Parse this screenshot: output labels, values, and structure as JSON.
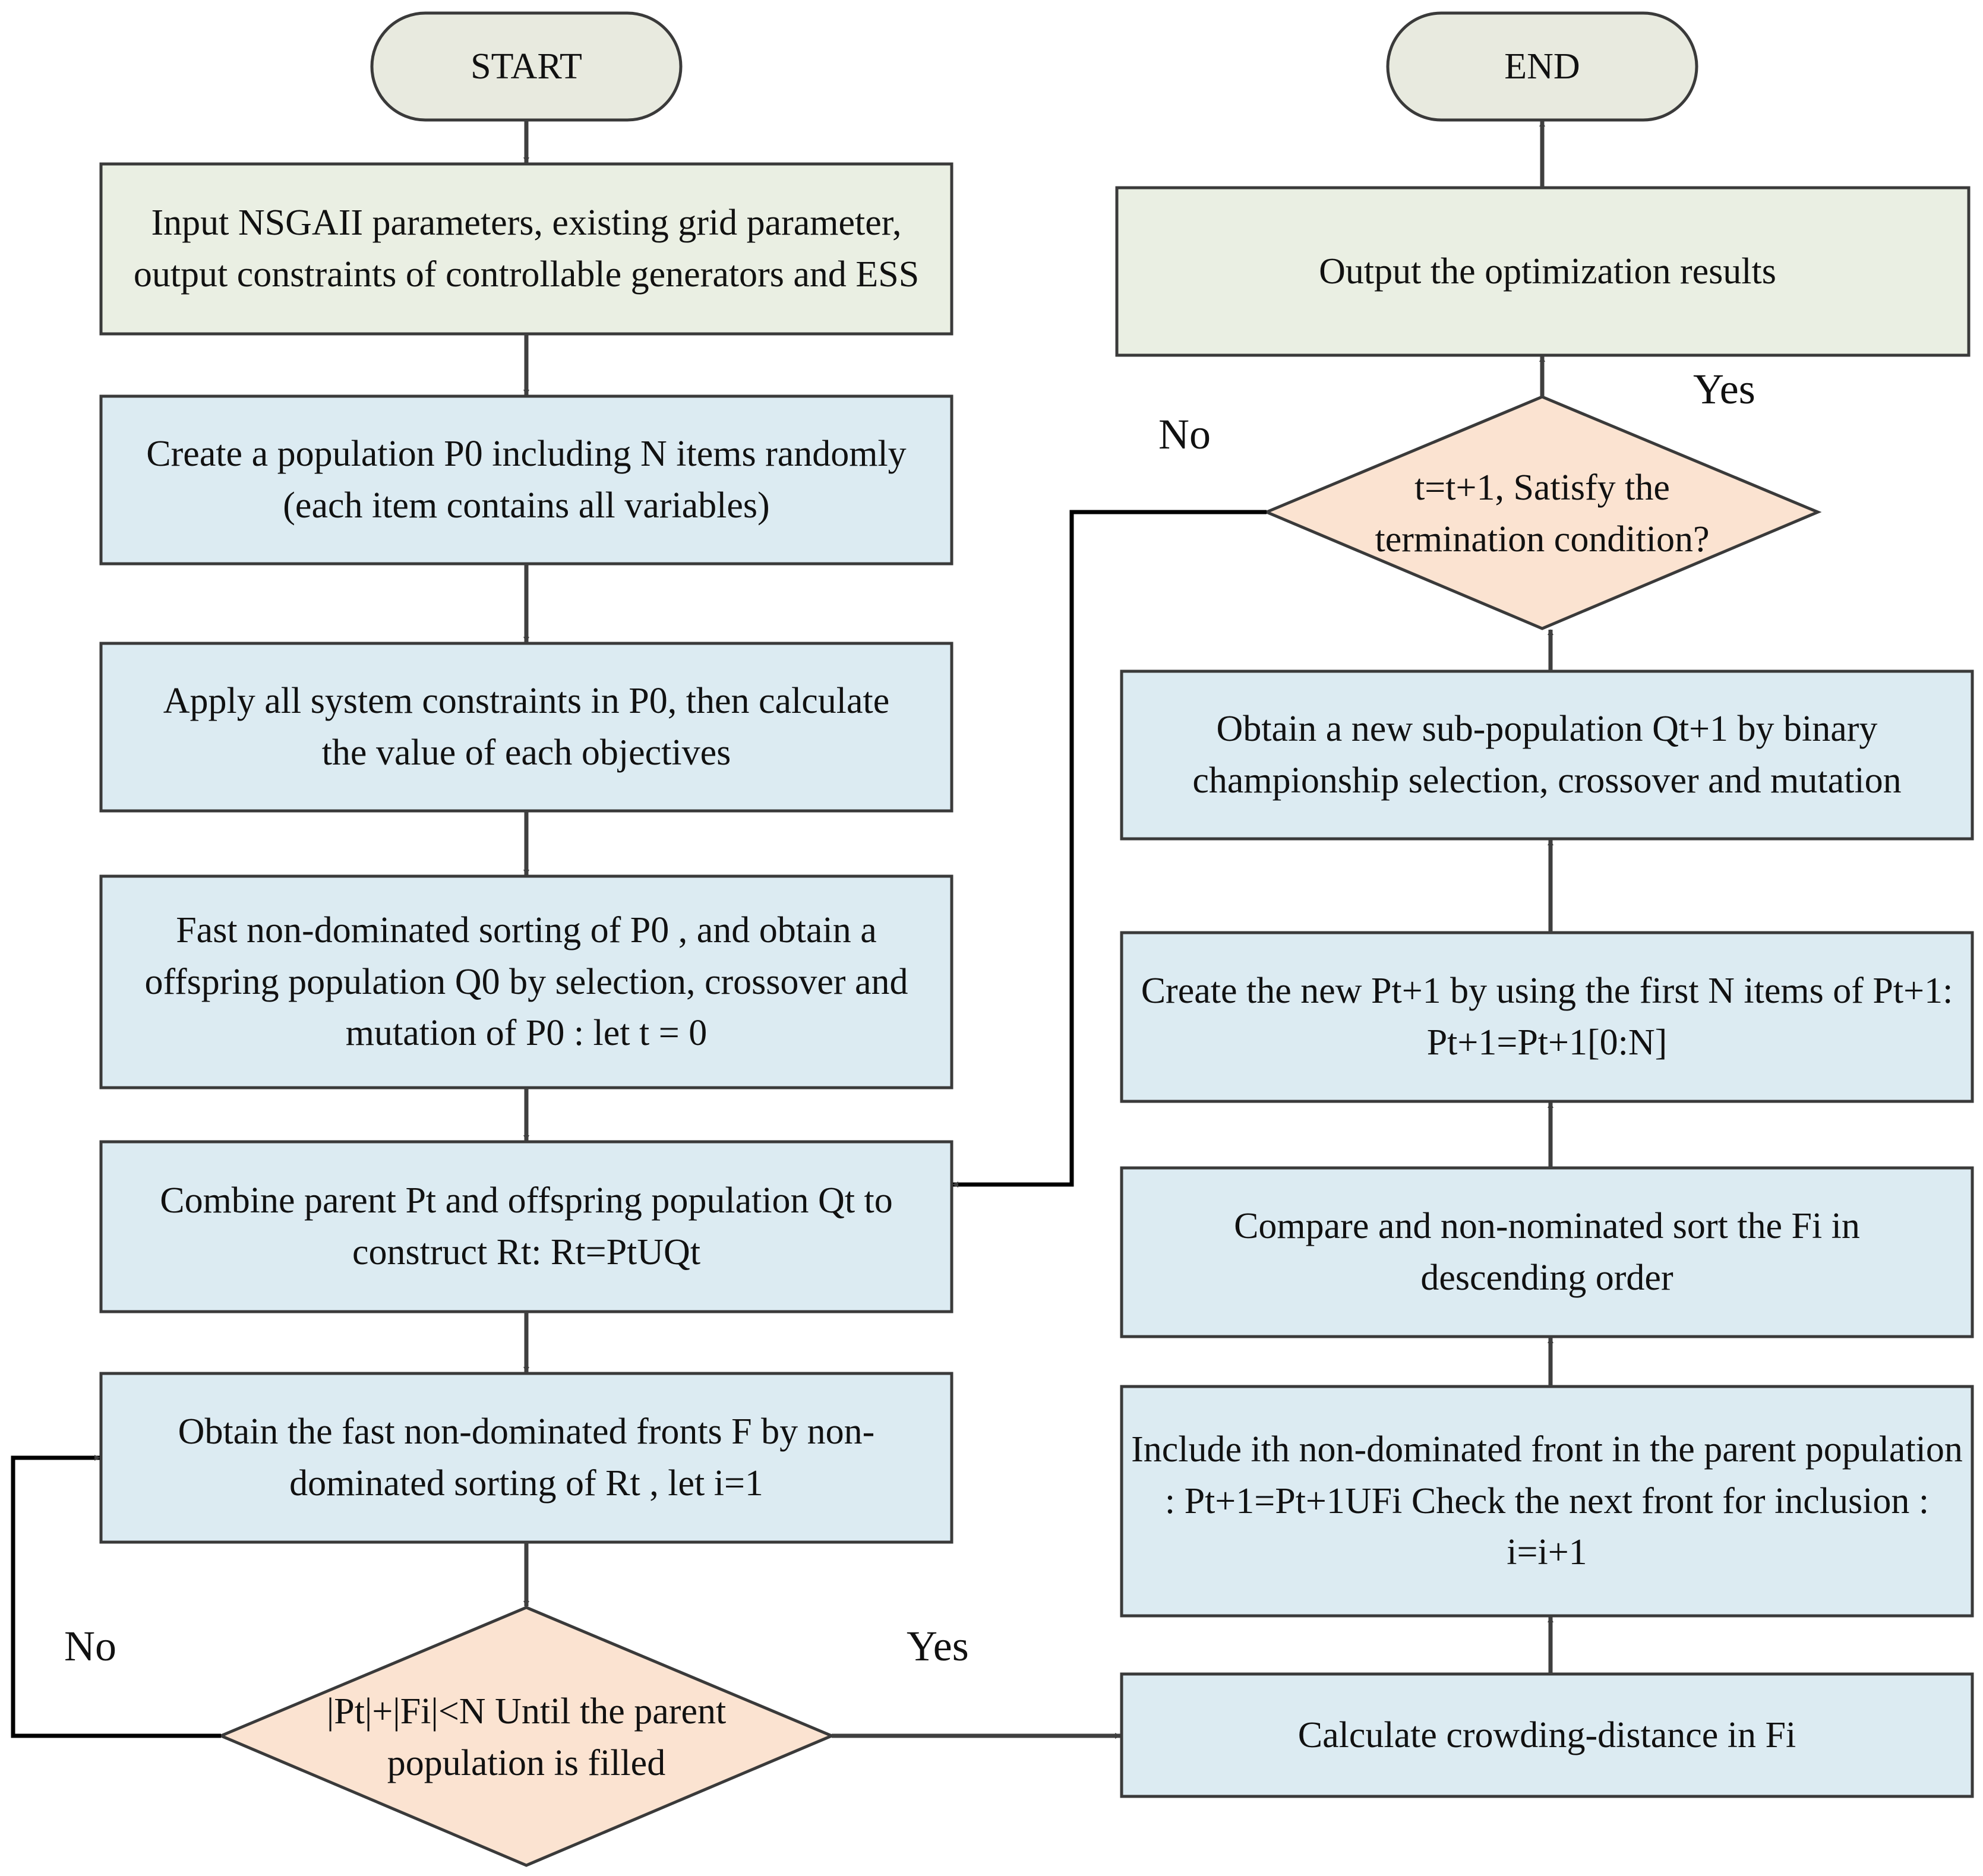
{
  "colors": {
    "terminal_fill": "#E8EADF",
    "process_fill": "#DCEBF2",
    "input_fill": "#EAEFE3",
    "decision_fill": "#FBE3D1",
    "stroke": "#3A3A3A",
    "arrow": "#3F3F3F",
    "loop_line": "#000000"
  },
  "nodes": {
    "start": "START",
    "end": "END",
    "input_params": "Input NSGAII parameters, existing grid parameter, output constraints of controllable generators and ESS",
    "create_population": "Create a population P0 including N items randomly (each item contains all variables)",
    "apply_constraints": "Apply all system constraints in P0, then calculate the value of each objectives",
    "fast_sorting": "Fast non-dominated sorting of P0 , and obtain a offspring population Q0 by selection, crossover and mutation of P0 : let t = 0",
    "combine": "Combine parent Pt and offspring population Qt to construct Rt: Rt=PtUQt",
    "obtain_fronts": "Obtain the fast non-dominated fronts F by non-dominated sorting of Rt , let i=1",
    "decision_fill": "|Pt|+|Fi|<N Until the parent population is filled",
    "crowding": "Calculate crowding-distance in Fi",
    "include_front": "Include ith non-dominated front in the parent population : Pt+1=Pt+1UFi Check the next front for inclusion : i=i+1",
    "compare_sort": "Compare and non-nominated sort the Fi in descending order",
    "create_new": "Create the new Pt+1 by using the first N items of Pt+1: Pt+1=Pt+1[0:N]",
    "sub_population": "Obtain a new sub-population Qt+1 by binary championship selection, crossover and mutation",
    "decision_termination": "t=t+1, Satisfy the termination condition?",
    "output_results": "Output the optimization results"
  },
  "edge_labels": {
    "fill_no": "No",
    "fill_yes": "Yes",
    "term_no": "No",
    "term_yes": "Yes"
  }
}
